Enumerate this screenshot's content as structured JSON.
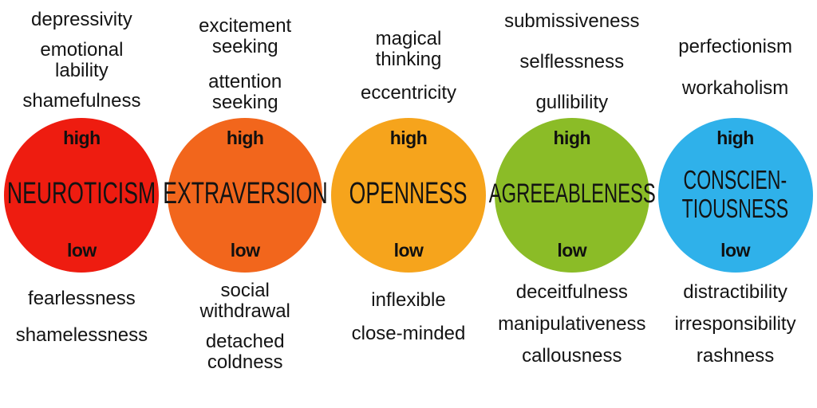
{
  "background": "#ffffff",
  "text_color": "#141414",
  "traits": [
    {
      "name": "NEUROTICISM",
      "color": "#ee1c10",
      "high_marker": "high",
      "low_marker": "low",
      "high_traits": [
        "depressivity",
        "emotional\nlability",
        "shamefulness"
      ],
      "low_traits": [
        "fearlessness",
        "shamelessness"
      ]
    },
    {
      "name": "EXTRAVERSION",
      "color": "#f2661c",
      "high_marker": "high",
      "low_marker": "low",
      "high_traits": [
        "excitement\nseeking",
        "attention\nseeking"
      ],
      "low_traits": [
        "social\nwithdrawal",
        "detached\ncoldness"
      ]
    },
    {
      "name": "OPENNESS",
      "color": "#f6a41c",
      "high_marker": "high",
      "low_marker": "low",
      "high_traits": [
        "magical\nthinking",
        "eccentricity"
      ],
      "low_traits": [
        "inflexible",
        "close-minded"
      ]
    },
    {
      "name": "AGREEABLENESS",
      "color": "#8bbc27",
      "high_marker": "high",
      "low_marker": "low",
      "high_traits": [
        "submissiveness",
        "selflessness",
        "gullibility"
      ],
      "low_traits": [
        "deceitfulness",
        "manipulativeness",
        "callousness"
      ]
    },
    {
      "name": "CONSCIEN-\nTIOUSNESS",
      "color": "#2fb1ea",
      "high_marker": "high",
      "low_marker": "low",
      "high_traits": [
        "perfectionism",
        "workaholism"
      ],
      "low_traits": [
        "distractibility",
        "irresponsibility",
        "rashness"
      ]
    }
  ]
}
